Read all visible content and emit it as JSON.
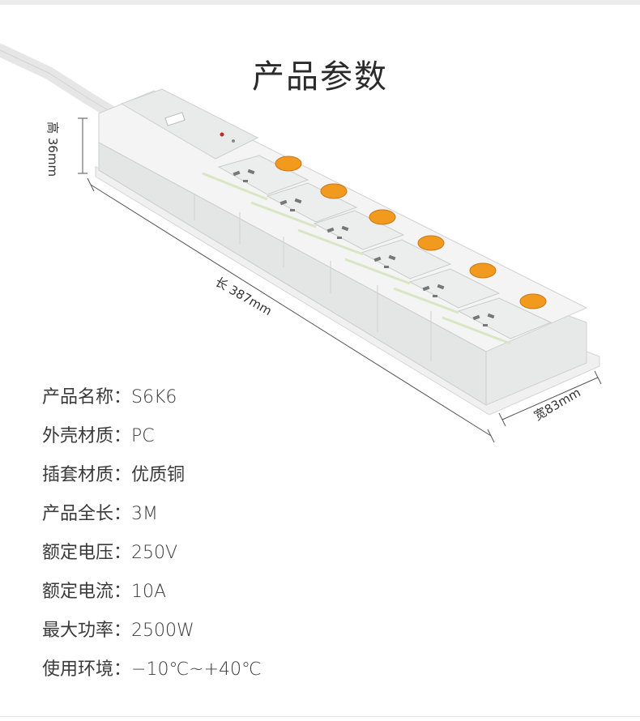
{
  "page": {
    "title": "产品参数"
  },
  "dimensions": {
    "height": "高 36mm",
    "length": "长 387mm",
    "width": "宽83mm"
  },
  "specs": [
    {
      "label": "产品名称：",
      "value": "S6K6"
    },
    {
      "label": "外壳材质：",
      "value": "PC"
    },
    {
      "label": "插套材质：",
      "value": "优质铜"
    },
    {
      "label": "产品全长：",
      "value": "3M"
    },
    {
      "label": "额定电压：",
      "value": "250V"
    },
    {
      "label": "额定电流：",
      "value": "10A"
    },
    {
      "label": "最大功率：",
      "value": "2500W"
    },
    {
      "label": "使用环境：",
      "value": "−10℃~+40℃"
    }
  ],
  "colors": {
    "switch": "#f29a1e",
    "body": "#e9ecea",
    "accent_green": "#d9e6c4"
  }
}
